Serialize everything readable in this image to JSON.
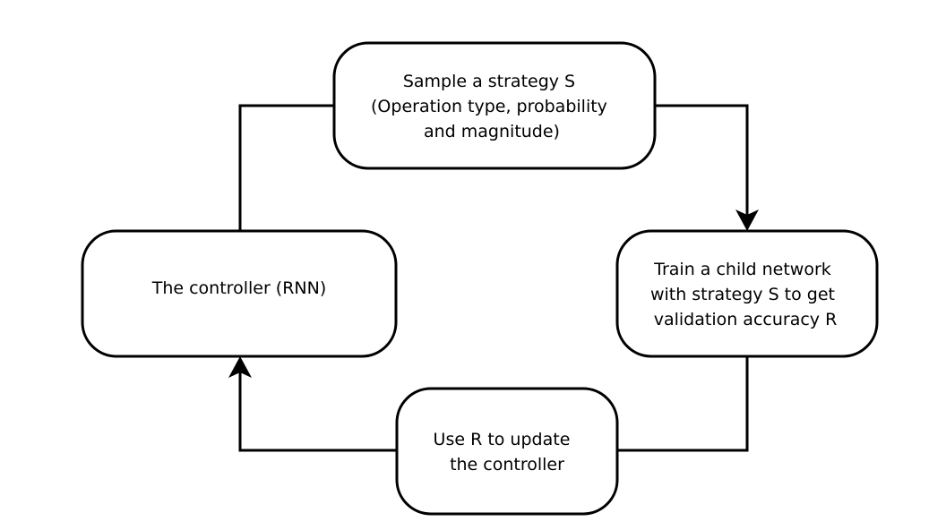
{
  "nodes": {
    "sample": {
      "lines": [
        "Sample a strategy S",
        "(Operation type, probability",
        "and magnitude)"
      ]
    },
    "train": {
      "lines": [
        "Train a child network",
        "with strategy S to get",
        "validation accuracy R"
      ]
    },
    "update": {
      "lines": [
        "Use R to update",
        "the controller"
      ]
    },
    "controller": {
      "lines": [
        "The controller (RNN)"
      ]
    }
  },
  "colors": {
    "stroke": "#000000",
    "background": "#ffffff"
  }
}
